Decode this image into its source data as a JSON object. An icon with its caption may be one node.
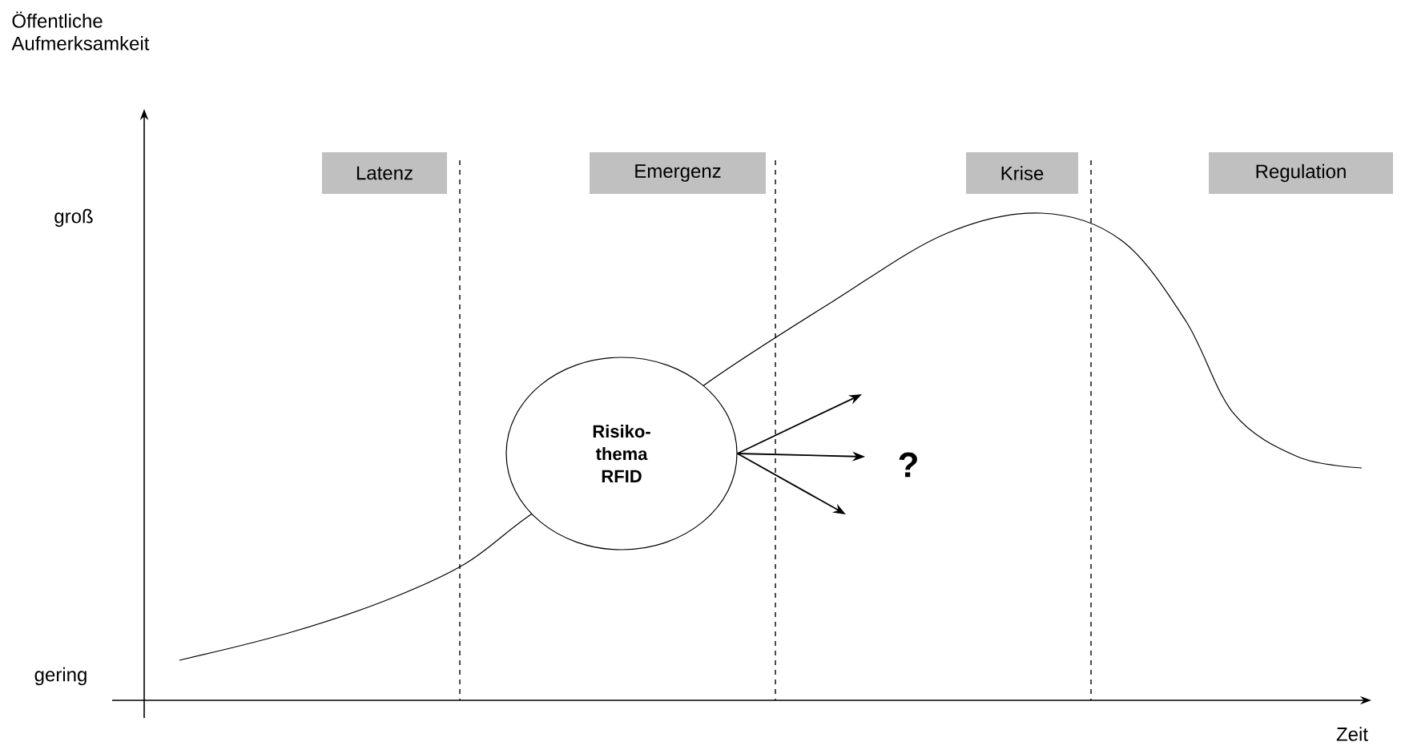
{
  "diagram": {
    "nodes": [
      {
        "text": [
          "Latenz"
        ]
      },
      {
        "text": [
          "Emergenz"
        ]
      },
      {
        "text": [
          "Krise"
        ]
      },
      {
        "text": [
          "Regulation"
        ]
      },
      {
        "text": [
          "Risiko-thema RFID"
        ]
      }
    ],
    "edges": [
      {
        "from": 4,
        "to": null,
        "arrow": "to"
      },
      {
        "from": 4,
        "to": null,
        "arrow": "to"
      },
      {
        "from": 4,
        "to": null,
        "arrow": "to"
      }
    ],
    "labels": [
      "Öffentliche Aufmerksamkeit",
      "groß",
      "gering",
      "Zeit",
      "?"
    ]
  }
}
